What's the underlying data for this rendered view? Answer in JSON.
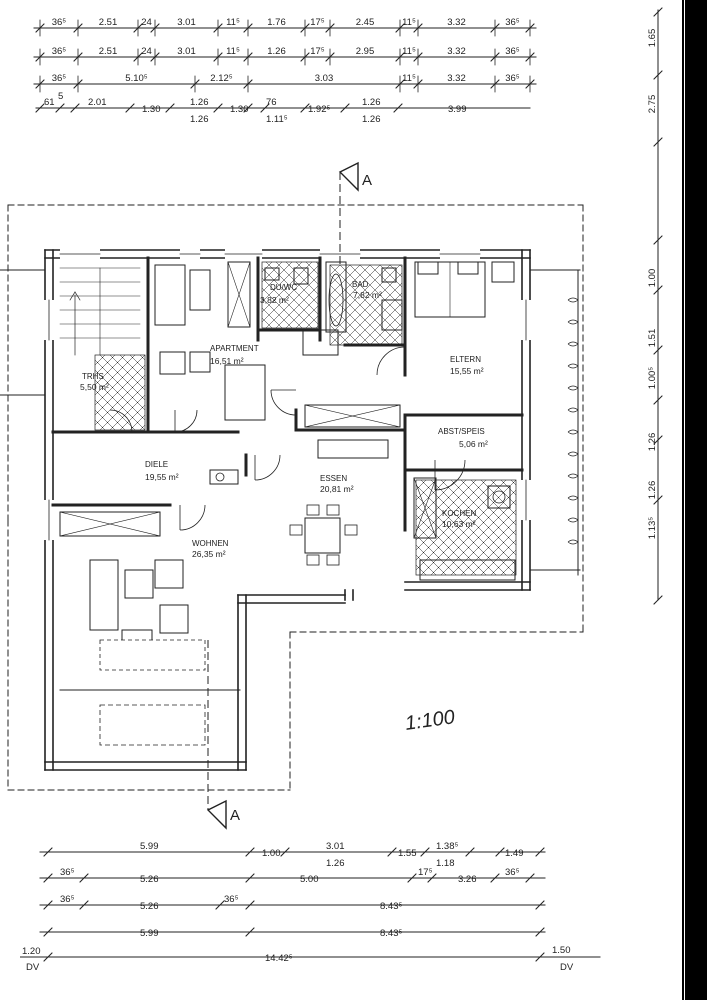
{
  "scale_note": "1:100",
  "section_marker": "A",
  "edge_labels": {
    "left_value": "1.20",
    "left_unit": "DV",
    "right_value": "1.50",
    "right_unit": "DV"
  },
  "rooms": [
    {
      "id": "trhs",
      "name": "TRHS",
      "area": "5,50 m²"
    },
    {
      "id": "apartment",
      "name": "APARTMENT",
      "area": "16,51 m²"
    },
    {
      "id": "du-wc",
      "name": "DU/WC",
      "area": "3,82 m²"
    },
    {
      "id": "bad",
      "name": "BAD",
      "area": "7,82 m²"
    },
    {
      "id": "eltern",
      "name": "ELTERN",
      "area": "15,55 m²"
    },
    {
      "id": "abst-speis",
      "name": "ABST/SPEIS",
      "area": "5,06 m²"
    },
    {
      "id": "kochen",
      "name": "KOCHEN",
      "area": "10,63 m²"
    },
    {
      "id": "diele",
      "name": "DIELE",
      "area": "19,55 m²"
    },
    {
      "id": "essen",
      "name": "ESSEN",
      "area": "20,81 m²"
    },
    {
      "id": "wohnen",
      "name": "WOHNEN",
      "area": "26,35 m²"
    }
  ],
  "top_dimensions": [
    [
      "36⁵",
      "2.51",
      "24",
      "3.01",
      "11⁵",
      "1.76",
      "17⁵",
      "2.45",
      "11⁵",
      "3.32",
      "36⁵"
    ],
    [
      "36⁵",
      "2.51",
      "24",
      "3.01",
      "11⁵",
      "1.26",
      "17⁵",
      "2.95",
      "11⁵",
      "3.32",
      "36⁵"
    ],
    [
      "36⁵",
      "5.10⁵",
      "2.12⁵",
      "3.03",
      "11⁵",
      "3.32",
      "36⁵"
    ],
    [
      "61",
      "5",
      "2.01",
      "1.30",
      "1.26",
      "1.26",
      "1.30",
      "76",
      "1.11⁵",
      "1.92⁵",
      "1.26",
      "1.26",
      "3.99"
    ]
  ],
  "right_dimensions": [
    "1.65",
    "2.75",
    "1.00",
    "1.51",
    "1.00⁵",
    "1.26",
    "1.26",
    "1.13⁵"
  ],
  "bottom_dimensions": [
    [
      "5.99",
      "1.00",
      "3.01",
      "1.26",
      "1.55",
      "1.38⁵",
      "1.18",
      "1.49"
    ],
    [
      "36⁵",
      "5.26",
      "5.00",
      "17⁵",
      "3.26",
      "36⁵"
    ],
    [
      "36⁵",
      "5.26",
      "36⁵",
      "8.43⁵"
    ],
    [
      "5.99",
      "8.43⁵"
    ],
    [
      "14.42⁵"
    ]
  ],
  "colors": {
    "ink": "#222222",
    "paper": "#ffffff",
    "frame": "#000000"
  }
}
